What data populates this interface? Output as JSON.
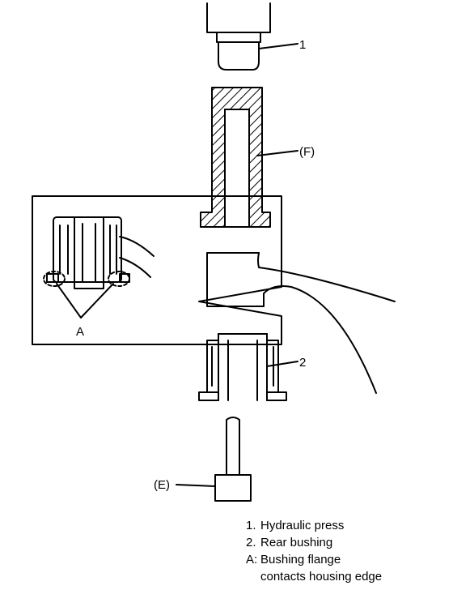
{
  "callouts": {
    "press": "1",
    "tool_f": "(F)",
    "bushing": "2",
    "tool_e": "(E)",
    "flange": "A"
  },
  "legend": {
    "items": [
      {
        "key": "1.",
        "text": "Hydraulic press"
      },
      {
        "key": "2.",
        "text": "Rear bushing"
      },
      {
        "key": "A:",
        "text": "Bushing flange"
      }
    ],
    "continuation": "contacts housing edge"
  }
}
